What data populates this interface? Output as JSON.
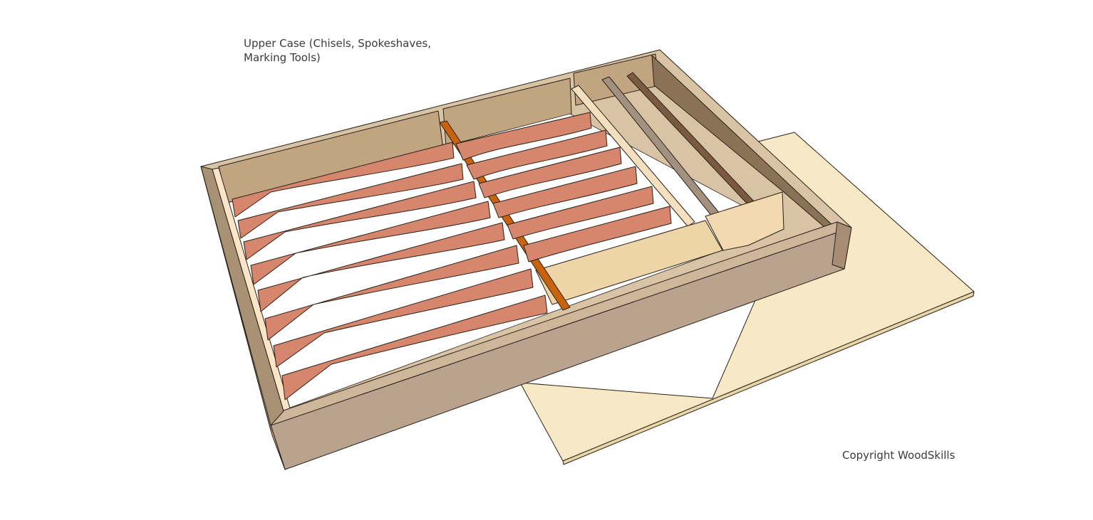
{
  "title": {
    "line1": "Upper Case (Chisels, Spokeshaves,",
    "line2": "Marking Tools)"
  },
  "copyright": "Copyright WoodSkills",
  "colors": {
    "base_panel": "#f7e9c6",
    "case_wood_light": "#c3a883",
    "case_wood_front": "#b9a38f",
    "case_wood_side": "#a99175",
    "back_wall_inner": "#c1a480",
    "dark_wall": "#8a7257",
    "rack_pink": "#d6866c",
    "center_rail_orange": "#c9620d",
    "tray_light": "#f2d9b0",
    "strip_pale": "#fbe4c8"
  }
}
